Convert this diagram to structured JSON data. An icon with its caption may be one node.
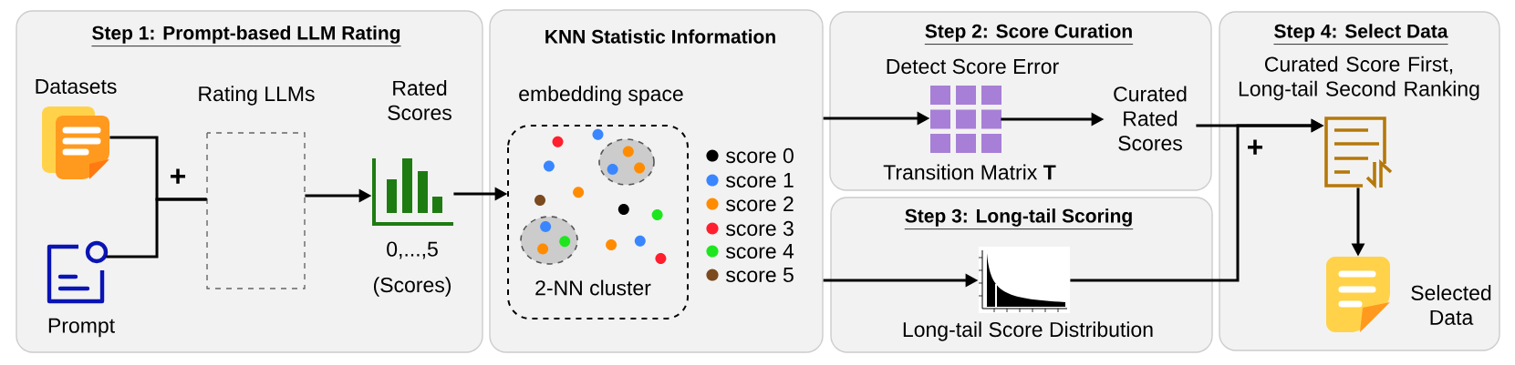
{
  "diagram": {
    "nodes": [
      {
        "text": [
          "Step 1: Prompt-based LLM Rating"
        ]
      },
      {
        "text": [
          "Datasets"
        ],
        "in": 0
      },
      {
        "text": [
          "Prompt"
        ],
        "in": 0
      },
      {
        "text": [
          "Rating LLMs"
        ],
        "in": 0
      },
      {
        "text": [
          "Rated Scores",
          "0,...,5",
          "(Scores)"
        ],
        "in": 0
      },
      {
        "text": [
          "KNN Statistic Information"
        ]
      },
      {
        "text": [
          "embedding space",
          "2-NN cluster"
        ],
        "in": 5
      },
      {
        "text": [
          "Step 2: Score Curation"
        ]
      },
      {
        "text": [
          "Detect Score Error",
          "Transition Matrix **T**"
        ],
        "in": 7
      },
      {
        "text": [
          "Curated Rated Scores"
        ],
        "in": 7
      },
      {
        "text": [
          "Step 3: Long-tail Scoring"
        ]
      },
      {
        "text": [
          "Long-tail Score Distribution"
        ],
        "in": 10
      },
      {
        "text": [
          "Step 4: Select Data"
        ]
      },
      {
        "text": [
          "Curated Score First, Long-tail Second Ranking"
        ],
        "in": 12
      },
      {
        "text": [
          "Selected Data"
        ],
        "in": 12
      }
    ],
    "edges": [
      {
        "from": 1,
        "to": 3,
        "arrow": "none"
      },
      {
        "from": 2,
        "to": 3,
        "arrow": "none"
      },
      {
        "from": 3,
        "to": 4,
        "arrow": "to"
      },
      {
        "from": 4,
        "to": 6,
        "arrow": "to"
      },
      {
        "from": 5,
        "to": 8,
        "arrow": "to"
      },
      {
        "from": 5,
        "to": 11,
        "arrow": "to"
      },
      {
        "from": 8,
        "to": 9,
        "arrow": "to"
      },
      {
        "from": 9,
        "to": 13,
        "arrow": "to"
      },
      {
        "from": 11,
        "to": 13,
        "arrow": "to"
      },
      {
        "from": 13,
        "to": 14,
        "arrow": "to"
      }
    ],
    "labels": [
      "+",
      "+"
    ],
    "legend": [
      {
        "text": "score 0",
        "color": "#000000"
      },
      {
        "text": "score 1",
        "color": "#3a86ff"
      },
      {
        "text": "score 2",
        "color": "#ff8c00"
      },
      {
        "text": "score 3",
        "color": "#ff1f2e"
      },
      {
        "text": "score 4",
        "color": "#1ee61e"
      },
      {
        "text": "score 5",
        "color": "#7b4a1f"
      }
    ]
  }
}
